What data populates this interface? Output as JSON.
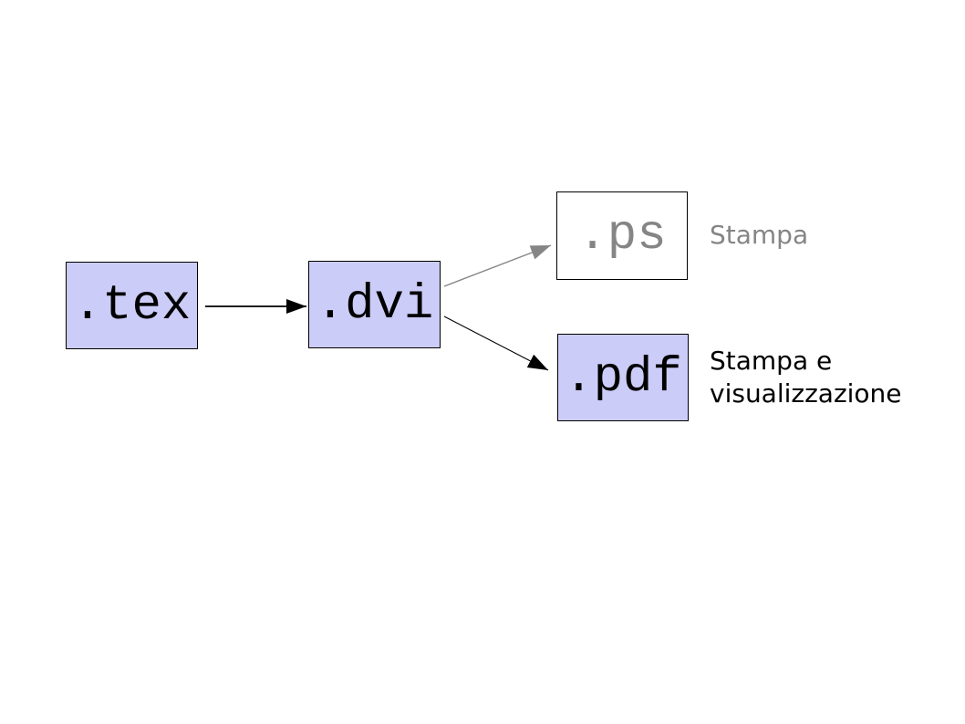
{
  "theme": {
    "bg": "#ffffff",
    "box-fill": "#ccccf8",
    "box-border": "#000000",
    "gray": "#858585",
    "black": "#000000"
  },
  "nodes": {
    "tex": {
      "label": ".tex",
      "style": "filled"
    },
    "dvi": {
      "label": ".dvi",
      "style": "filled"
    },
    "ps": {
      "label": ".ps",
      "style": "ghost"
    },
    "pdf": {
      "label": ".pdf",
      "style": "filled"
    }
  },
  "edges": [
    {
      "from": "tex",
      "to": "dvi",
      "color": "black"
    },
    {
      "from": "dvi",
      "to": "ps",
      "color": "gray"
    },
    {
      "from": "dvi",
      "to": "pdf",
      "color": "black"
    }
  ],
  "annotations": {
    "ps": {
      "line1": "Stampa"
    },
    "pdf": {
      "line1": "Stampa e",
      "line2": "visualizzazione"
    }
  }
}
